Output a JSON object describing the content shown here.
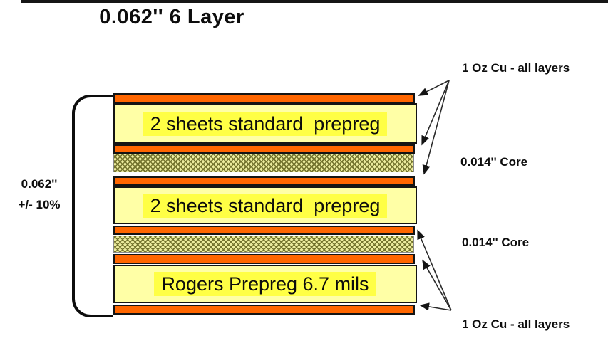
{
  "title": "0.062'' 6 Layer",
  "dimension_label": {
    "line1": "0.062''",
    "line2": "+/- 10%"
  },
  "callouts": {
    "top_copper": "1 Oz Cu - all layers",
    "core_upper": "0.014'' Core",
    "core_lower": "0.014'' Core",
    "bottom_copper": "1 Oz Cu - all layers"
  },
  "stack": {
    "layers": [
      {
        "index": 1,
        "type": "copper",
        "label": ""
      },
      {
        "index": 2,
        "type": "prepreg",
        "label": "2 sheets standard  prepreg"
      },
      {
        "index": 3,
        "type": "copper",
        "label": ""
      },
      {
        "index": 4,
        "type": "core",
        "label": ""
      },
      {
        "index": 5,
        "type": "copper",
        "label": ""
      },
      {
        "index": 6,
        "type": "prepreg",
        "label": "2 sheets standard  prepreg"
      },
      {
        "index": 7,
        "type": "copper",
        "label": ""
      },
      {
        "index": 8,
        "type": "core",
        "label": ""
      },
      {
        "index": 9,
        "type": "copper",
        "label": ""
      },
      {
        "index": 10,
        "type": "prepreg",
        "label": "Rogers Prepreg 6.7 mils"
      },
      {
        "index": 11,
        "type": "copper",
        "label": ""
      }
    ]
  },
  "colors": {
    "copper": "#FF6600",
    "prepreg_fill": "#FFFFA6",
    "text_highlight": "#FFFF45",
    "core_fill": "#ECEC9E",
    "core_hatch": "#74742E",
    "line": "#141414"
  }
}
